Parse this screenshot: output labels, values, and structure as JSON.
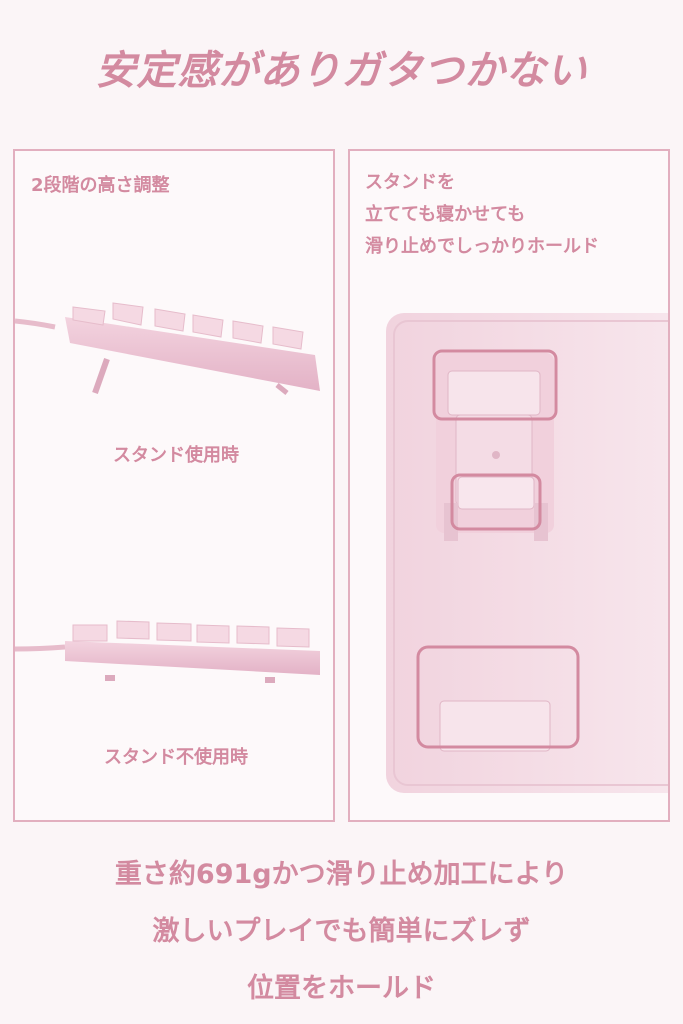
{
  "title": "安定感がありガタつかない",
  "left_panel": {
    "label": "2段階の高さ調整",
    "caption_with_stand": "スタンド使用時",
    "caption_without_stand": "スタンド不使用時"
  },
  "right_panel": {
    "label_lines": [
      "スタンドを",
      "立てても寝かせても",
      "滑り止めでしっかりホールド"
    ]
  },
  "bottom_lines": [
    "重さ約691gかつ滑り止め加工により",
    "激しいプレイでも簡単にズレず",
    "位置をホールド"
  ],
  "colors": {
    "accent": "#d38aa0",
    "border": "#e2afbf",
    "keyboard": "#f0c8d8",
    "background": "#fbf5f7"
  }
}
